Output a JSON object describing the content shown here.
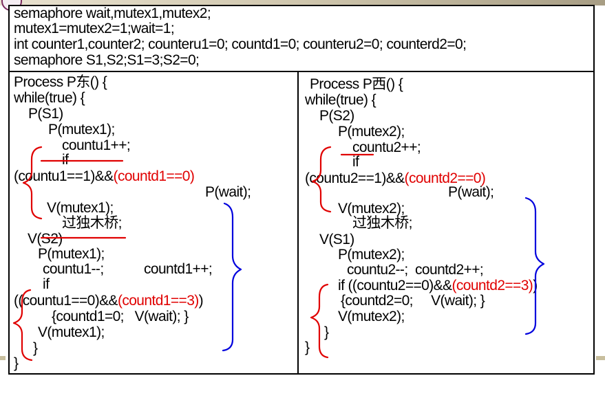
{
  "header": {
    "lines": [
      "semaphore wait,mutex1,mutex2;",
      "mutex1=mutex2=1;wait=1;",
      "int counter1,counter2; counteru1=0; countd1=0; counteru2=0; counterd2=0;",
      "semaphore S1,S2;S1=3;S2=0;"
    ]
  },
  "east": {
    "title": "Process P东() {",
    "while": "while(true) {",
    "p_s1": "P(S1)",
    "p_mutex1": "P(mutex1);",
    "countu_inc": "countu1++;",
    "if": "if",
    "cond_black": "(countu1==1)&&",
    "cond_red": "(countd1==0)",
    "p_wait": "P(wait);",
    "v_mutex1": "V(mutex1);",
    "cross": "过独木桥;",
    "v_s2": "V(S2)",
    "p_mutex1_b": "P(mutex1);",
    "countu_dec": "countu1--;",
    "countd_inc": "countd1++;",
    "if2": "if",
    "cond2_black": "((countu1==0)&&",
    "cond2_red": "(countd1==3)",
    "cond2_close": ")",
    "reset": "{countd1=0;   V(wait); }",
    "v_mutex1_b": "V(mutex1);",
    "close_inner": "}",
    "close_outer": "}"
  },
  "west": {
    "title": "Process P西() {",
    "while": "while(true) {",
    "p_s2": "P(S2)",
    "p_mutex2": "P(mutex2);",
    "countu_inc": "countu2++;",
    "if": "if",
    "cond_black": "(countu2==1)&&",
    "cond_red": "(countd2==0)",
    "p_wait": "P(wait);",
    "v_mutex2": "V(mutex2);",
    "cross": "过独木桥;",
    "v_s1": "V(S1)",
    "p_mutex2_b": "P(mutex2);",
    "counts": "countu2--;  countd2++;",
    "if2_black": "if ((countu2==0)&&",
    "if2_red": "(countd2==3)",
    "if2_close": ")",
    "reset": "{countd2=0;     V(wait); }",
    "v_mutex2_b": "V(mutex2);",
    "close_inner": "}",
    "close_outer": "}"
  },
  "colors": {
    "annotation_red": "#e00000",
    "annotation_blue": "#0000dd",
    "text": "#000000"
  }
}
